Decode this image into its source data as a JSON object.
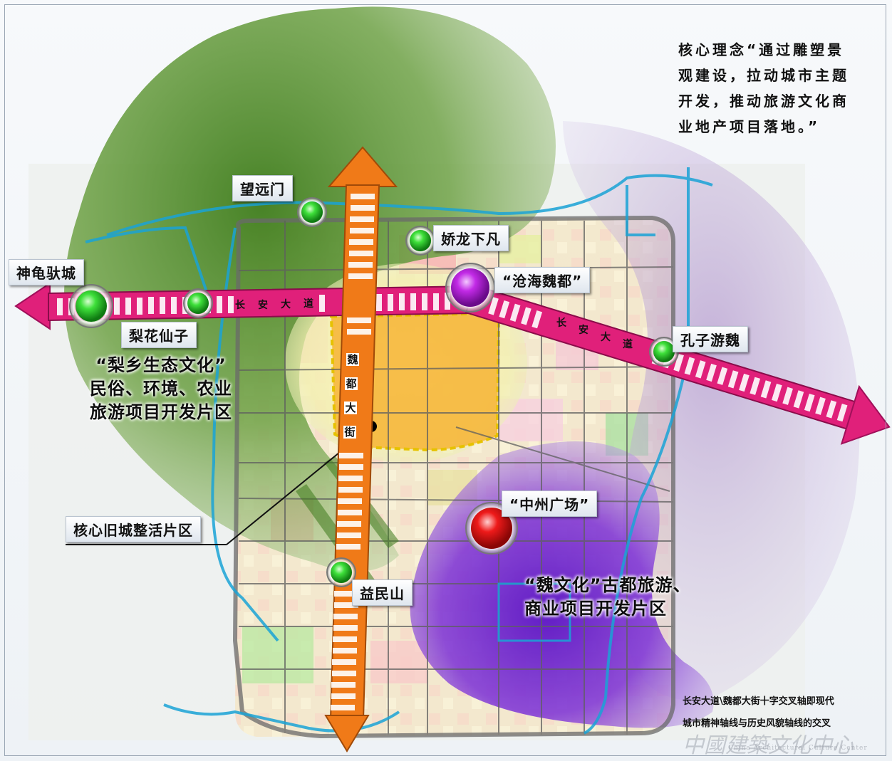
{
  "concept_lines": [
    "核心理念“通过雕塑景",
    "观建设，拉动城市主题",
    "开发，推动旅游文化商",
    "业地产项目落地。”"
  ],
  "nodes": {
    "wangyuanmen": "望远门",
    "jiaolong": "娇龙下凡",
    "shengui": "神龟驮城",
    "canghai": "“沧海魏都”",
    "lihua": "梨花仙子",
    "kongzi": "孔子游魏",
    "zhongzhou": "“中州广场”",
    "yimin": "益民山",
    "core_old_city": "核心旧城整活片区"
  },
  "roads": {
    "changan_west": [
      "长",
      "安",
      "大",
      "道"
    ],
    "changan_east": [
      "长",
      "安",
      "大",
      "道"
    ],
    "weidu": [
      "魏",
      "都",
      "大",
      "街"
    ]
  },
  "zones": {
    "pear_lines": [
      "“梨乡生态文化”",
      "民俗、环境、农业",
      "旅游项目开发片区"
    ],
    "wei_lines": [
      "“魏文化”古都旅游、",
      "商业项目开发片区"
    ]
  },
  "note_lines": [
    "长安大道\\魏都大街十字交叉轴即现代",
    "城市精神轴线与历史风貌轴线的交叉"
  ],
  "watermark": {
    "text": "中國建築文化中心",
    "sub": "China Architectural Culture Center"
  },
  "colors": {
    "green_zone": "#4f8a2a",
    "purple_zone": "#6a1fc9",
    "axis_magenta": "#e0207a",
    "axis_orange": "#f07a18",
    "core_yellow": "#f5b838",
    "water_blue": "#1aa3d6",
    "node_green": "#22c028",
    "node_purple": "#b01ad8",
    "node_red": "#e01010"
  }
}
